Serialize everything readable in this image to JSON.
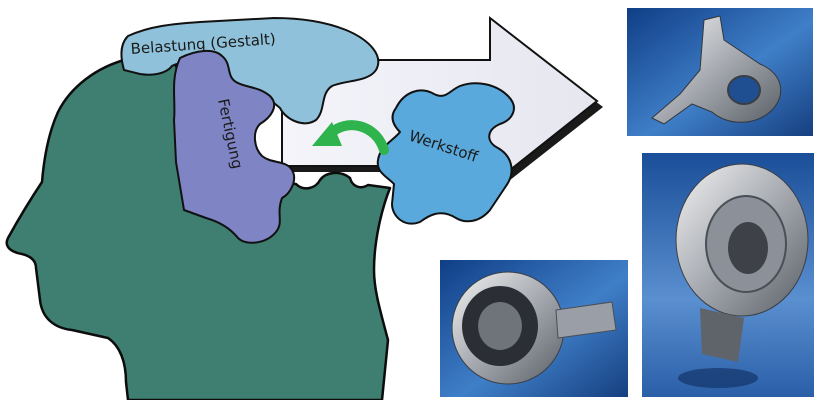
{
  "labels": {
    "load": "Belastung (Gestalt)",
    "manufacturing": "Fertigung",
    "material": "Werkstoff"
  },
  "colors": {
    "head": "#3f7f72",
    "load_piece": "#8fc2da",
    "manufacturing_piece": "#7f84c4",
    "material_piece": "#5aa9dc",
    "arrow_fill": "#eeeef6",
    "swap_arrow": "#2eb34d",
    "photo_background": "#2a5fa8"
  },
  "photos": [
    {
      "subject": "steering-knuckle-part"
    },
    {
      "subject": "flanged-hub-part"
    },
    {
      "subject": "constant-velocity-joint-part"
    }
  ]
}
